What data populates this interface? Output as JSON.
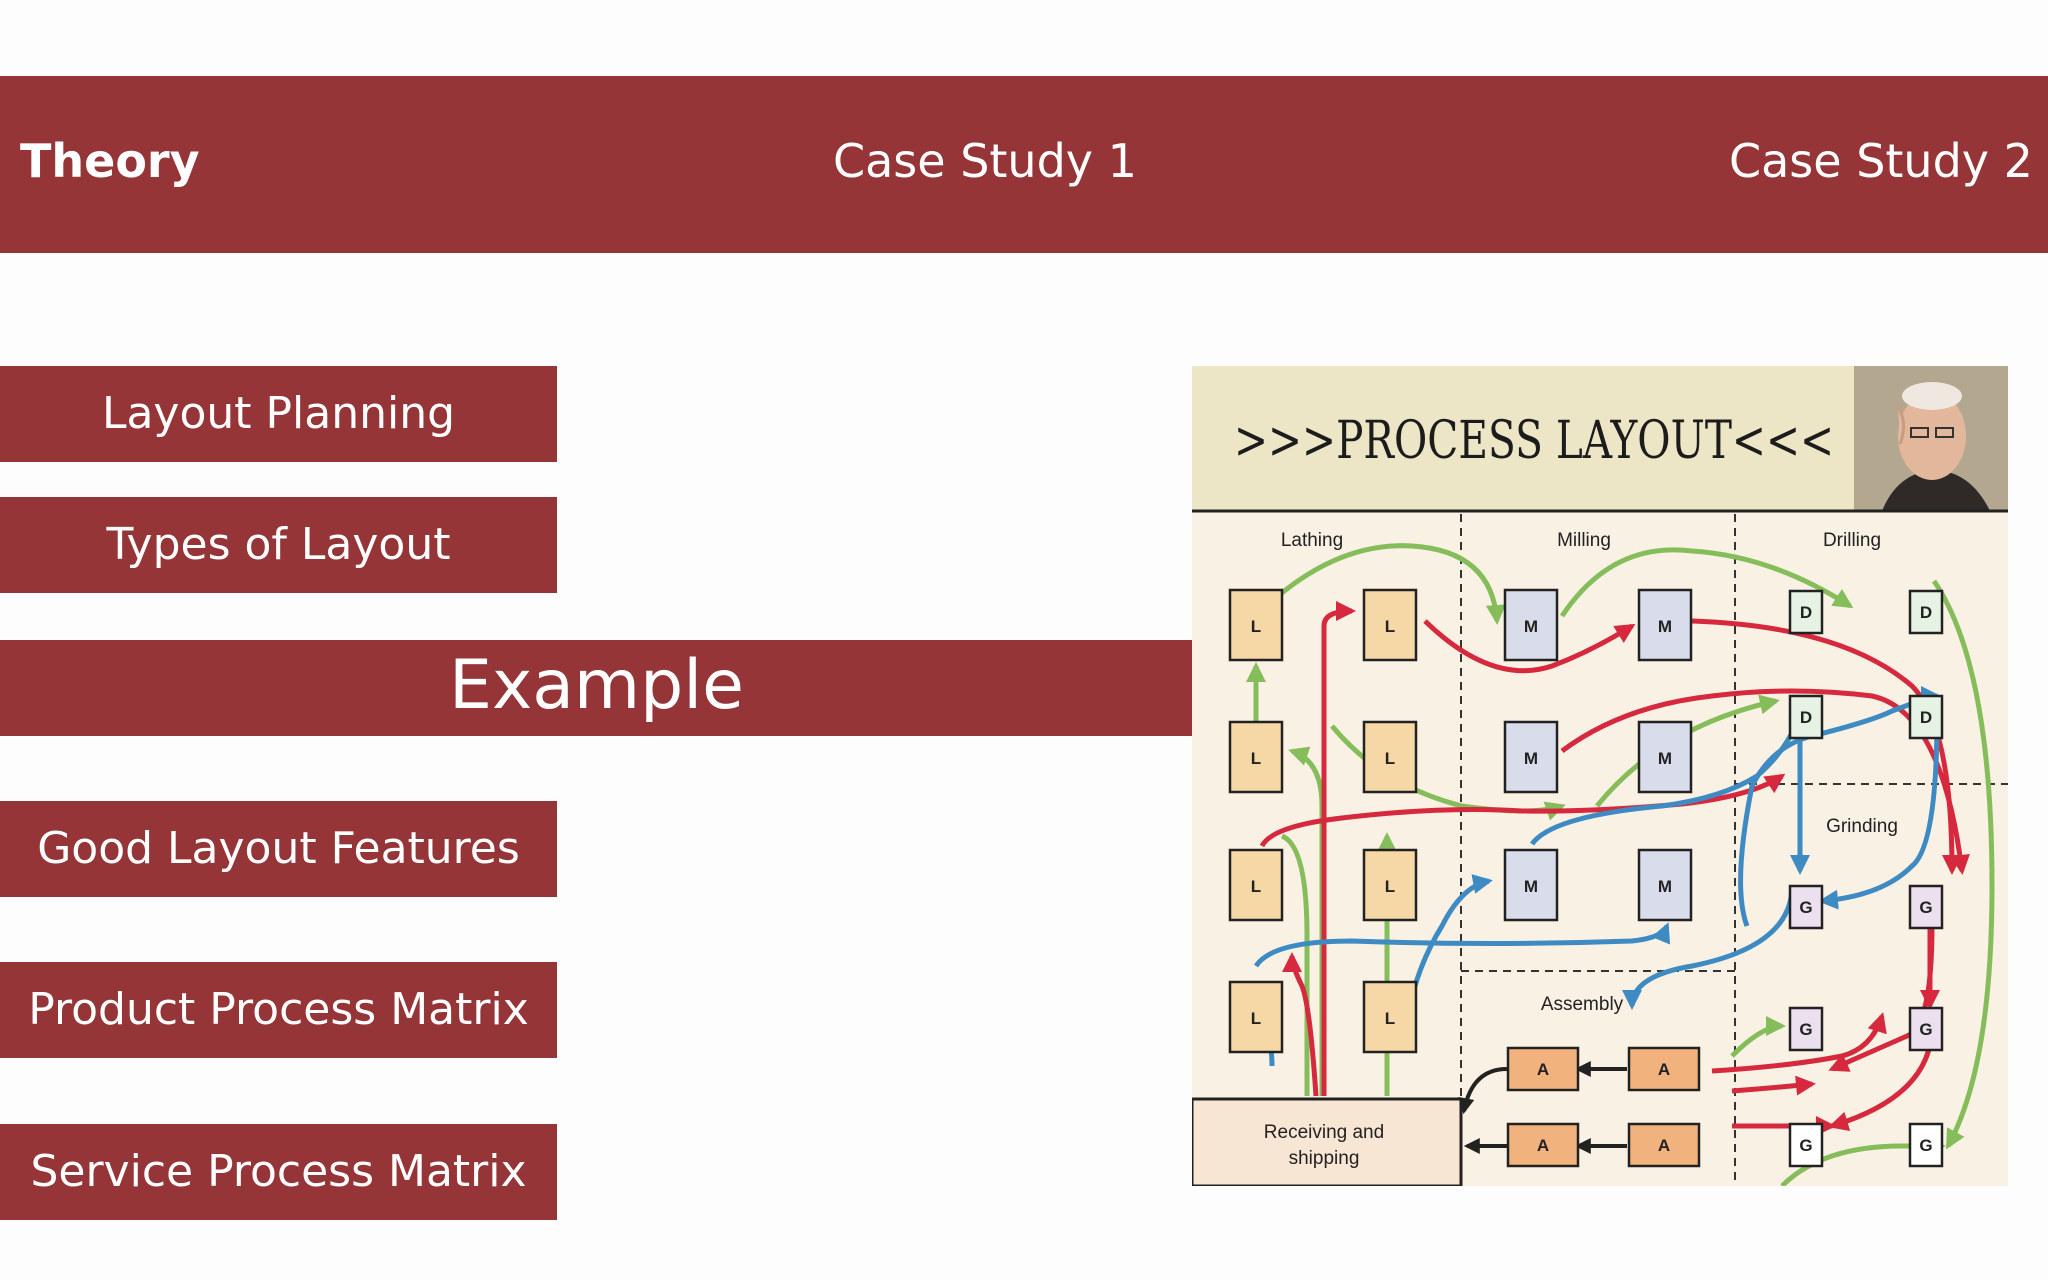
{
  "nav": {
    "tabs": [
      {
        "label": "Theory",
        "active": true
      },
      {
        "label": "Case Study 1",
        "active": false
      },
      {
        "label": "Case Study 2",
        "active": false
      }
    ]
  },
  "menu": {
    "items": [
      {
        "label": "Layout Planning"
      },
      {
        "label": "Types of Layout"
      },
      {
        "label": "Good Layout Features"
      },
      {
        "label": "Product Process Matrix"
      },
      {
        "label": "Service Process Matrix"
      }
    ],
    "current": "Example"
  },
  "figure": {
    "title": ">>>PROCESS LAYOUT<<<",
    "departments": {
      "lathing": "Lathing",
      "milling": "Milling",
      "drilling": "Drilling",
      "grinding": "Grinding",
      "assembly": "Assembly",
      "receiving_line1": "Receiving and",
      "receiving_line2": "shipping"
    },
    "machine_letters": {
      "lathe": "L",
      "mill": "M",
      "drill": "D",
      "grinder": "G",
      "assembly": "A"
    }
  },
  "colors": {
    "brand": "#953537",
    "flow_green": "#86bd5b",
    "flow_red": "#d6293e",
    "flow_blue": "#3e8bc4"
  }
}
